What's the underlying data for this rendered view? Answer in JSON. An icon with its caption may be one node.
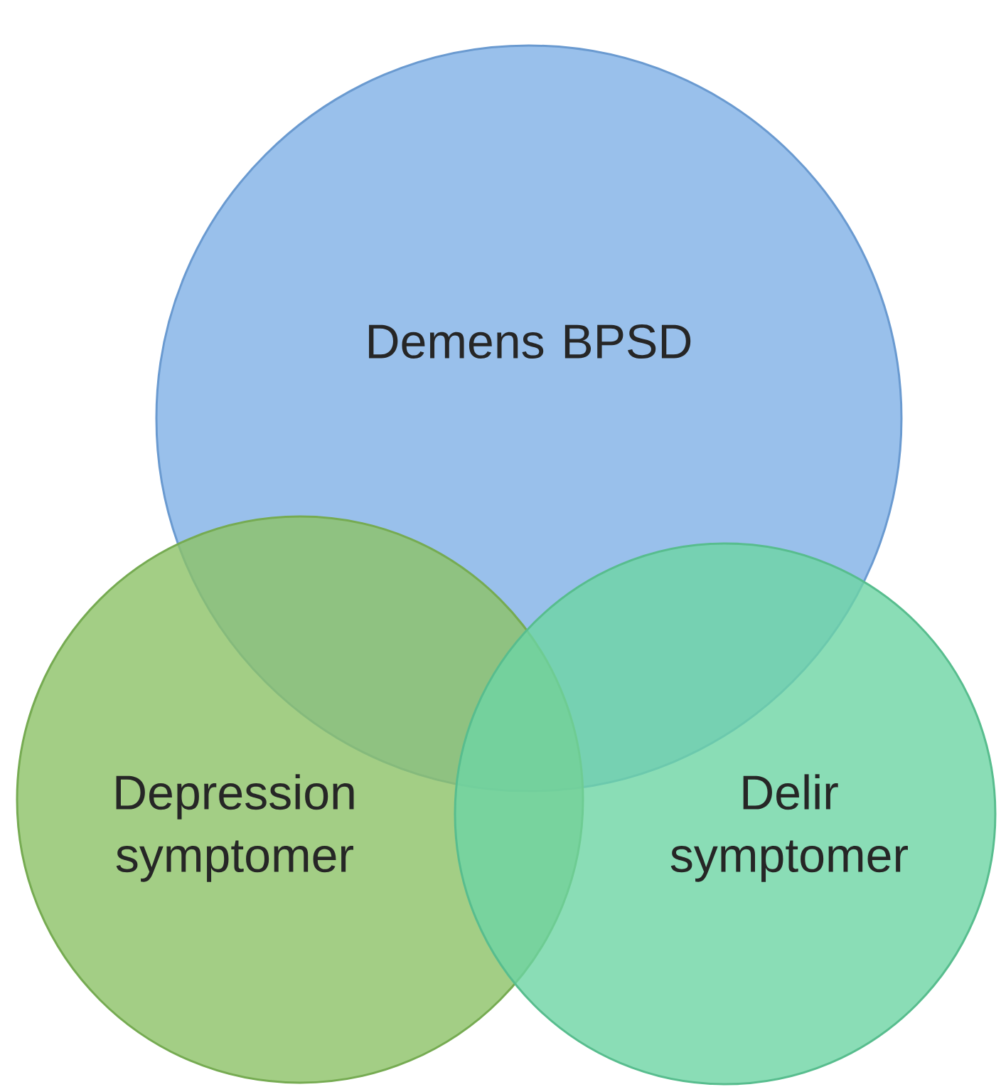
{
  "diagram": {
    "nodes": [
      {
        "text": [
          "Demens BPSD"
        ]
      },
      {
        "text": [
          "Depression symptomer"
        ]
      },
      {
        "text": [
          "Delir symptomer"
        ]
      }
    ]
  }
}
